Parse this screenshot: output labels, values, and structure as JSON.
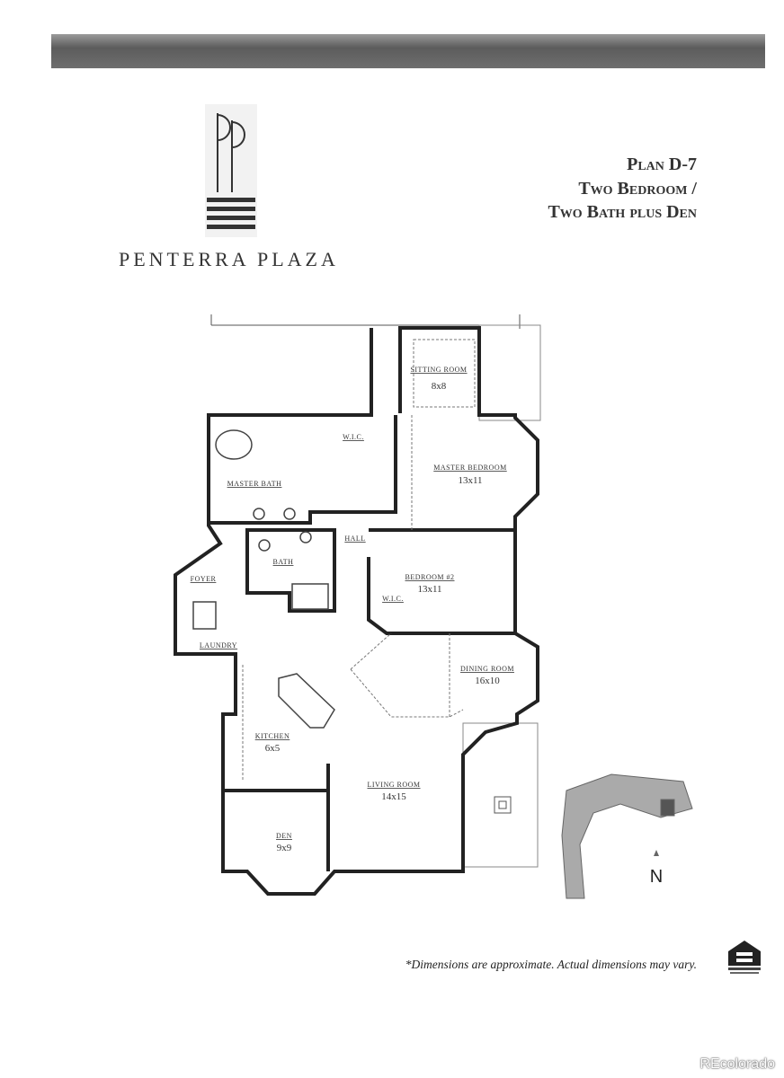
{
  "header": {
    "brand": "PENTERRA PLAZA",
    "plan_lines": [
      "Plan D-7",
      "Two Bedroom /",
      "Two Bath plus Den"
    ]
  },
  "rooms": [
    {
      "name": "SITTING ROOM",
      "size": "8x8"
    },
    {
      "name": "W.I.C.",
      "size": ""
    },
    {
      "name": "MASTER BEDROOM",
      "size": "13x11"
    },
    {
      "name": "MASTER BATH",
      "size": ""
    },
    {
      "name": "HALL",
      "size": ""
    },
    {
      "name": "BATH",
      "size": ""
    },
    {
      "name": "BEDROOM #2",
      "size": "13x11"
    },
    {
      "name": "FOYER",
      "size": ""
    },
    {
      "name": "W.I.C.",
      "size": ""
    },
    {
      "name": "LAUNDRY",
      "size": ""
    },
    {
      "name": "DINING ROOM",
      "size": "16x10"
    },
    {
      "name": "KITCHEN",
      "size": "6x5"
    },
    {
      "name": "LIVING ROOM",
      "size": "14x15"
    },
    {
      "name": "DEN",
      "size": "9x9"
    }
  ],
  "compass": {
    "label": "N"
  },
  "footer": {
    "note": "*Dimensions are approximate. Actual dimensions may vary.",
    "equal_housing_logo": "EQUAL HOUSING OPPORTUNITY"
  },
  "watermark": "REcolorado"
}
